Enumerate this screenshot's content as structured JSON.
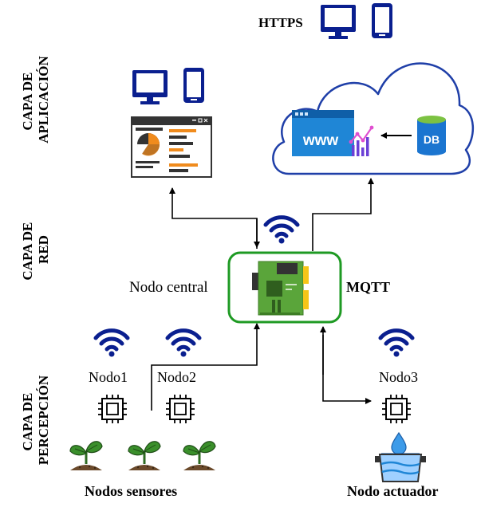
{
  "layers": {
    "application": [
      "CAPA DE",
      "APLICACIÓN"
    ],
    "network": [
      "CAPA DE",
      "RED"
    ],
    "perception": [
      "CAPA DE",
      "PERCEPCIÓN"
    ]
  },
  "labels": {
    "https": "HTTPS",
    "mqtt": "MQTT",
    "central_node": "Nodo central",
    "node1": "Nodo1",
    "node2": "Nodo2",
    "node3": "Nodo3",
    "sensor_nodes": "Nodos sensores",
    "actuator_node": "Nodo actuador",
    "www": "www",
    "db": "DB"
  },
  "colors": {
    "navy": "#0a1f8f",
    "cloud_stroke": "#1f3fa8",
    "green_border": "#1e9a23",
    "board_green": "#5aa53a",
    "azure_blue": "#1f86d6",
    "chart_orange": "#f08b1d",
    "leaf_green": "#3a8f2b",
    "soil_brown": "#6b4a2b",
    "db_green": "#7cc242",
    "db_blue": "#1b75d0",
    "water_blue": "#3d9be9"
  }
}
